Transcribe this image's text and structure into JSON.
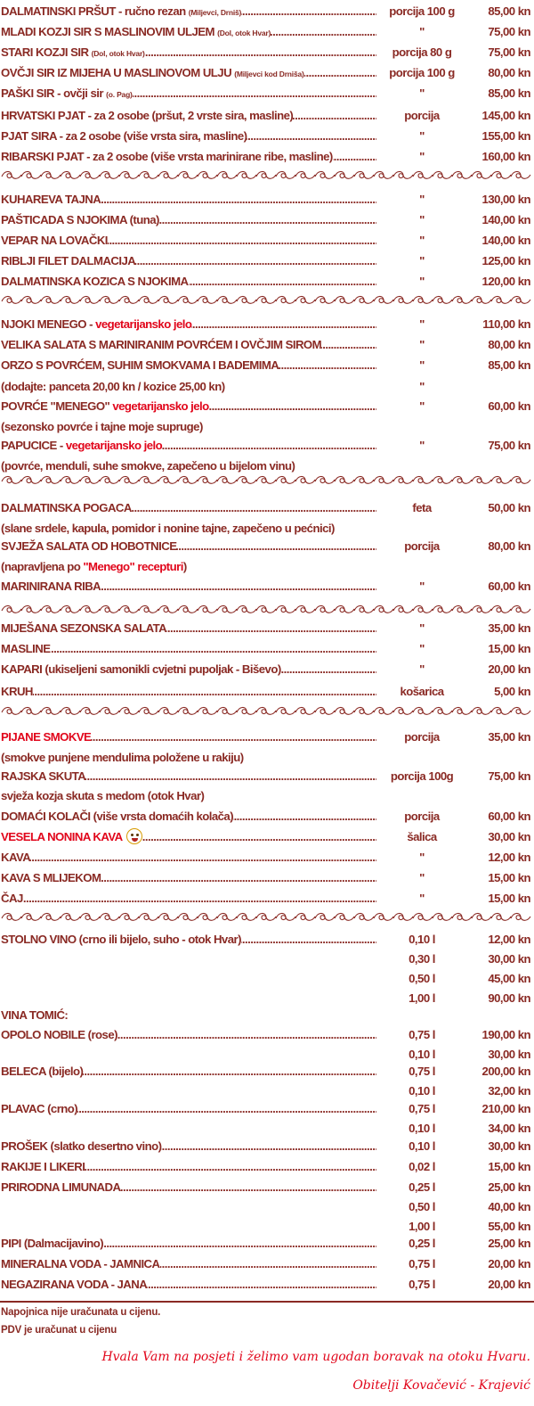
{
  "rows": [
    {
      "name": "DALMATINSKI PRŠUT - ručno rezan",
      "small": "(Miljevci, Drniš)",
      "qty": "porcija 100 g",
      "price": "85,00 kn"
    },
    {
      "name": "MLADI KOZJI SIR S MASLINOVIM ULJEM",
      "small": "(Dol, otok Hvar)",
      "qty": "\"",
      "price": "75,00 kn"
    },
    {
      "name": "STARI KOZJI SIR",
      "small": "(Dol, otok Hvar)",
      "qty": "porcija 80 g",
      "price": "75,00 kn"
    },
    {
      "name": "OVČJI SIR IZ MIJEHA U MASLINOVOM ULJU",
      "small": "(Miljevci kod Drniša)",
      "qty": "porcija 100 g",
      "price": "80,00 kn"
    },
    {
      "name": "PAŠKI SIR - ovčji sir",
      "small": "(o. Pag)",
      "qty": "\"",
      "price": "85,00 kn"
    },
    {
      "name": "HRVATSKI PJAT - za 2 osobe (pršut, 2 vrste sira, masline)",
      "qty": "porcija",
      "price": "145,00 kn"
    },
    {
      "name": "PJAT SIRA - za 2 osobe (više vrsta sira, masline)",
      "qty": "\"",
      "price": "155,00 kn"
    },
    {
      "name": "RIBARSKI PJAT - za 2 osobe (više vrsta marinirane ribe, masline)",
      "qty": "\"",
      "price": "160,00 kn"
    },
    {
      "name": "KUHAREVA TAJNA",
      "qty": "\"",
      "price": "130,00 kn"
    },
    {
      "name": "PAŠTICADA S NJOKIMA (tuna)",
      "qty": "\"",
      "price": "140,00 kn"
    },
    {
      "name": "VEPAR NA LOVAČKI",
      "qty": "\"",
      "price": "140,00 kn"
    },
    {
      "name": "RIBLJI FILET DALMACIJA",
      "qty": "\"",
      "price": "125,00 kn"
    },
    {
      "name": "DALMATINSKA KOZICA S NJOKIMA",
      "qty": "\"",
      "price": "120,00 kn"
    },
    {
      "name": "NJOKI MENEGO - ",
      "red": "vegetarijansko jelo",
      "qty": "\"",
      "price": "110,00 kn"
    },
    {
      "name": "VELIKA SALATA S MARINIRANIM POVRĆEM I OVČJIM SIROM",
      "qty": "\"",
      "price": "80,00 kn"
    },
    {
      "name": "ORZO S POVRĆEM, SUHIM SMOKVAMA I BADEMIMA",
      "qty": "\"",
      "price": "85,00 kn"
    },
    {
      "name": "POVRĆE \"MENEGO\" ",
      "red": "vegetarijansko jelo",
      "qty": "\"",
      "price": "60,00 kn"
    },
    {
      "name": "PAPUCICE - ",
      "red": "vegetarijansko jelo",
      "qty": "\"",
      "price": "75,00 kn"
    },
    {
      "name": "DALMATINSKA POGACA",
      "qty": "feta",
      "price": "50,00 kn"
    },
    {
      "name": "SVJEŽA SALATA OD HOBOTNICE",
      "qty": "porcija",
      "price": "80,00 kn"
    },
    {
      "name": "MARINIRANA RIBA",
      "qty": "\"",
      "price": "60,00 kn"
    },
    {
      "name": "MIJEŠANA SEZONSKA SALATA",
      "qty": "\"",
      "price": "35,00 kn"
    },
    {
      "name": "MASLINE",
      "qty": "\"",
      "price": "15,00 kn"
    },
    {
      "name": "KAPARI (ukiseljeni samonikli cvjetni pupoljak - Biševo)",
      "qty": "\"",
      "price": "20,00 kn"
    },
    {
      "name": "KRUH",
      "qty": "košarica",
      "price": "5,00 kn"
    },
    {
      "red": "PIJANE SMOKVE",
      "qty": "porcija",
      "price": "35,00 kn"
    },
    {
      "name": "RAJSKA SKUTA",
      "qty": "porcija 100g",
      "price": "75,00 kn"
    },
    {
      "name": "DOMAĆI KOLAČI (više vrsta domaćih kolača)",
      "qty": "porcija",
      "price": "60,00 kn"
    },
    {
      "red": "VESELA NONINA KAVA",
      "emoji": "smiley-icon",
      "qty": "šalica",
      "price": "30,00 kn"
    },
    {
      "name": "KAVA",
      "qty": "\"",
      "price": "12,00 kn"
    },
    {
      "name": "KAVA S MLIJEKOM",
      "qty": "\"",
      "price": "15,00 kn"
    },
    {
      "name": "ČAJ",
      "qty": "\"",
      "price": "15,00 kn"
    },
    {
      "name": "STOLNO VINO (crno ili bijelo, suho - otok Hvar)",
      "qty": "0,10 l",
      "price": "12,00 kn"
    },
    {
      "qty": "0,30 l",
      "price": "30,00 kn"
    },
    {
      "qty": "0,50 l",
      "price": "45,00 kn"
    },
    {
      "qty": "1,00 l",
      "price": "90,00 kn"
    },
    {
      "name": "OPOLO NOBILE (rose)",
      "qty": "0,75 l",
      "price": "190,00 kn"
    },
    {
      "qty": "0,10 l",
      "price": "30,00 kn"
    },
    {
      "name": "BELECA (bijelo)",
      "qty": "0,75 l",
      "price": "200,00 kn"
    },
    {
      "qty": "0,10 l",
      "price": "32,00 kn"
    },
    {
      "name": "PLAVAC (crno)",
      "qty": "0,75 l",
      "price": "210,00 kn"
    },
    {
      "qty": "0,10 l",
      "price": "34,00 kn"
    },
    {
      "name": "PROŠEK (slatko desertno vino)",
      "qty": "0,10 l",
      "price": "30,00 kn"
    },
    {
      "name": "RAKIJE I LIKERI",
      "qty": "0,02 l",
      "price": "15,00 kn"
    },
    {
      "name": "PRIRODNA LIMUNADA",
      "qty": "0,25 l",
      "price": "25,00 kn"
    },
    {
      "qty": "0,50 l",
      "price": "40,00 kn"
    },
    {
      "qty": "1,00 l",
      "price": "55,00 kn"
    },
    {
      "name": "PIPI (Dalmacijavino)",
      "qty": "0,25 l",
      "price": "25,00 kn"
    },
    {
      "name": "MINERALNA VODA - JAMNICA",
      "qty": "0,75 l",
      "price": "20,00 kn"
    },
    {
      "name": "NEGAZIRANA VODA - JANA",
      "qty": "0,75 l",
      "price": "20,00 kn"
    }
  ],
  "notes": [
    {
      "text": "(dodajte: panceta 20,00 kn / kozice 25,00 kn)",
      "qty": "\""
    },
    {
      "text": "(sezonsko povrće i tajne moje supruge)"
    },
    {
      "text": "(povrće, menduli, suhe smokve, zapečeno u bijelom vinu)"
    },
    {
      "text": "(slane srdele, kapula, pomidor i nonine tajne, zapečeno u pećnici)"
    },
    {
      "text": "(napravljena po ",
      "red": "\"Menego\" recepturi",
      "tail": ")"
    },
    {
      "text": "(smokve punjene mendulima položene u rakiju)"
    },
    {
      "text": "svježa kozja skuta s medom (otok Hvar)"
    },
    {
      "text": "VINA TOMIĆ:"
    }
  ],
  "footer": {
    "note1": "Napojnica nije uračunata u cijenu.",
    "note2": "PDV je uračunat u cijenu",
    "thanks": "Hvala Vam na posjeti i želimo vam ugodan boravak na otoku Hvaru.",
    "signature": "Obitelji  Kovačević - Krajević"
  },
  "colors": {
    "text": "#8a2a24",
    "accent": "#e1061b",
    "background": "#ffffff"
  }
}
